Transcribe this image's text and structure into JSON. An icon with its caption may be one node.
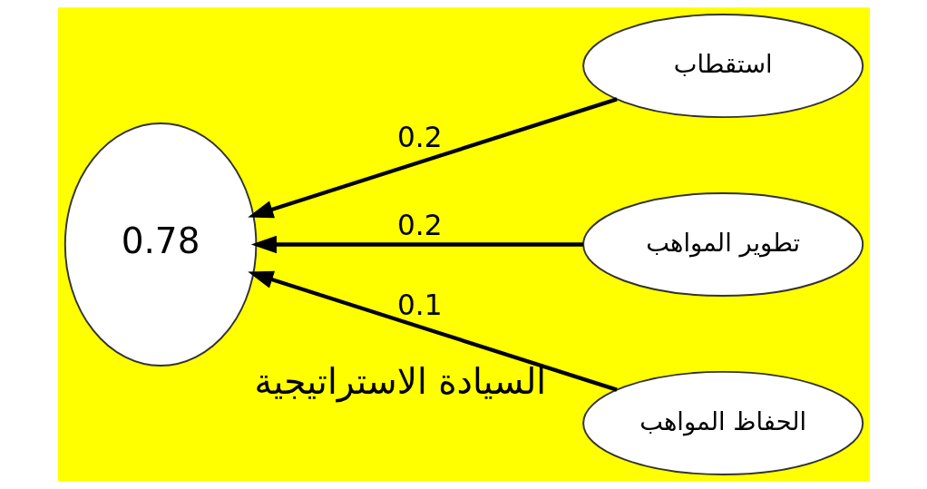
{
  "diagram": {
    "nodes": [
      {
        "text": [
          "0.78"
        ],
        "beside": [
          "السيادة الاستراتيجية"
        ]
      },
      {
        "text": [
          "استقطاب"
        ]
      },
      {
        "text": [
          "تطوير المواهب"
        ]
      },
      {
        "text": [
          "الحفاظ المواهب"
        ]
      }
    ],
    "edges": [
      {
        "from": 1,
        "to": 0,
        "arrow": "to",
        "label": "0.2"
      },
      {
        "from": 2,
        "to": 0,
        "arrow": "to",
        "label": "0.2"
      },
      {
        "from": 3,
        "to": 0,
        "arrow": "to",
        "label": "0.1"
      }
    ]
  }
}
